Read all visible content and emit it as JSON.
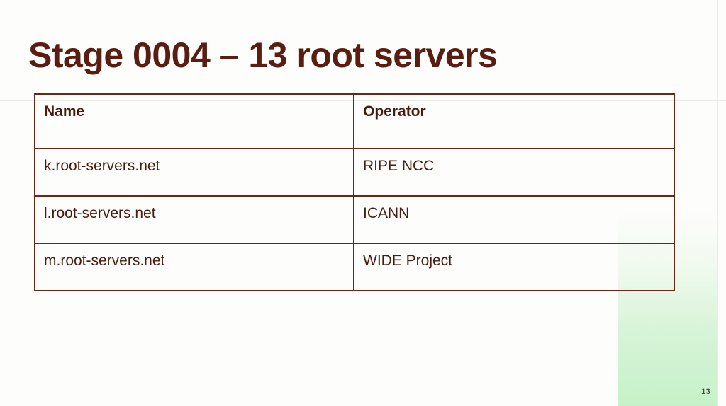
{
  "slide": {
    "title": "Stage 0004 – 13 root servers",
    "page_number": "13",
    "background_color": "#fdfdfb",
    "title_color": "#5a1d11",
    "table_border_color": "#6b2615",
    "accent_panel_color": "#c6f1c8"
  },
  "table": {
    "columns": [
      {
        "key": "name",
        "header": "Name"
      },
      {
        "key": "operator",
        "header": "Operator"
      }
    ],
    "rows": [
      {
        "name": "k.root-servers.net",
        "operator": "RIPE NCC"
      },
      {
        "name": "l.root-servers.net",
        "operator": "ICANN"
      },
      {
        "name": "m.root-servers.net",
        "operator": "WIDE Project"
      }
    ]
  }
}
